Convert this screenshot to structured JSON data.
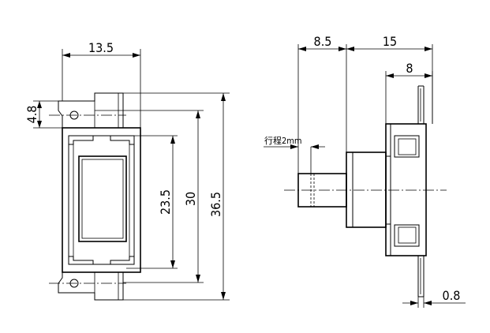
{
  "front_view": {
    "dim_width": "13.5",
    "dim_tab_height": "4.8",
    "dim_window_height": "23.5",
    "dim_body_height": "30",
    "dim_total_height": "36.5"
  },
  "side_view": {
    "dim_plunger_length": "8.5",
    "dim_body_length": "15",
    "dim_rear_length": "8",
    "dim_terminal_thickness": "0.8",
    "travel_note": "行程2mm"
  }
}
